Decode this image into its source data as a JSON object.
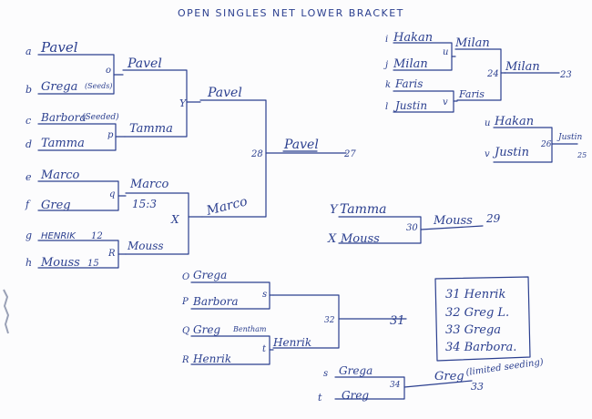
{
  "title": "OPEN SINGLES NET LOWER BRACKET",
  "left_bracket": {
    "r1": [
      {
        "seed": "a",
        "name": "Pavel"
      },
      {
        "seed": "b",
        "name": "Grega",
        "note": "(Seeds)"
      },
      {
        "seed": "c",
        "name": "Barbora",
        "note": "(Seeded)"
      },
      {
        "seed": "d",
        "name": "Tamma"
      },
      {
        "seed": "e",
        "name": "Marco"
      },
      {
        "seed": "f",
        "name": "Greg"
      },
      {
        "seed": "g",
        "name": "HENRIK",
        "score": "12"
      },
      {
        "seed": "h",
        "name": "Mouss",
        "score": "15"
      }
    ],
    "r1_matches": [
      "o",
      "p",
      "q",
      "R"
    ],
    "r2": [
      "Pavel",
      "Tamma",
      "Marco",
      "Mouss"
    ],
    "r2_score": "15:3",
    "r2_matches": [
      "Y",
      "X"
    ],
    "r3": [
      "Pavel",
      "Marco"
    ],
    "final": {
      "match": "28",
      "winner": "Pavel",
      "next": "27"
    }
  },
  "top_right": {
    "r1": [
      {
        "seed": "i",
        "name": "Hakan"
      },
      {
        "seed": "j",
        "name": "Milan"
      },
      {
        "seed": "k",
        "name": "Faris"
      },
      {
        "seed": "l",
        "name": "Justin"
      }
    ],
    "r1_matches": [
      "u",
      "v"
    ],
    "r2": [
      "Milan",
      "Faris"
    ],
    "final": {
      "match": "24",
      "winner": "Milan",
      "next": "23"
    }
  },
  "uv_match": {
    "entries": [
      {
        "seed": "u",
        "name": "Hakan"
      },
      {
        "seed": "v",
        "name": "Justin"
      }
    ],
    "match": "26",
    "winner": "Justin",
    "next": "25"
  },
  "yx_match": {
    "entries": [
      {
        "seed": "Y",
        "name": "Tamma"
      },
      {
        "seed": "X",
        "name": "Mouss"
      }
    ],
    "match": "30",
    "winner": "Mouss",
    "next": "29"
  },
  "opqr_bracket": {
    "entries": [
      {
        "seed": "O",
        "name": "Grega"
      },
      {
        "seed": "P",
        "name": "Barbora"
      },
      {
        "seed": "Q",
        "name": "Greg",
        "note": "Bentham"
      },
      {
        "seed": "R",
        "name": "Henrik"
      }
    ],
    "r1_matches": [
      "s",
      "t"
    ],
    "r2": [
      "Henrik"
    ],
    "match": "32",
    "next": "31"
  },
  "st_match": {
    "entries": [
      {
        "seed": "s",
        "name": "Grega"
      },
      {
        "seed": "t",
        "name": "Greg"
      }
    ],
    "match": "34",
    "winner": "Greg",
    "next": "33",
    "note": "(limited seeding)"
  },
  "placements": [
    "31 Henrik",
    "32 Greg L.",
    "33 Grega",
    "34 Barbora."
  ]
}
